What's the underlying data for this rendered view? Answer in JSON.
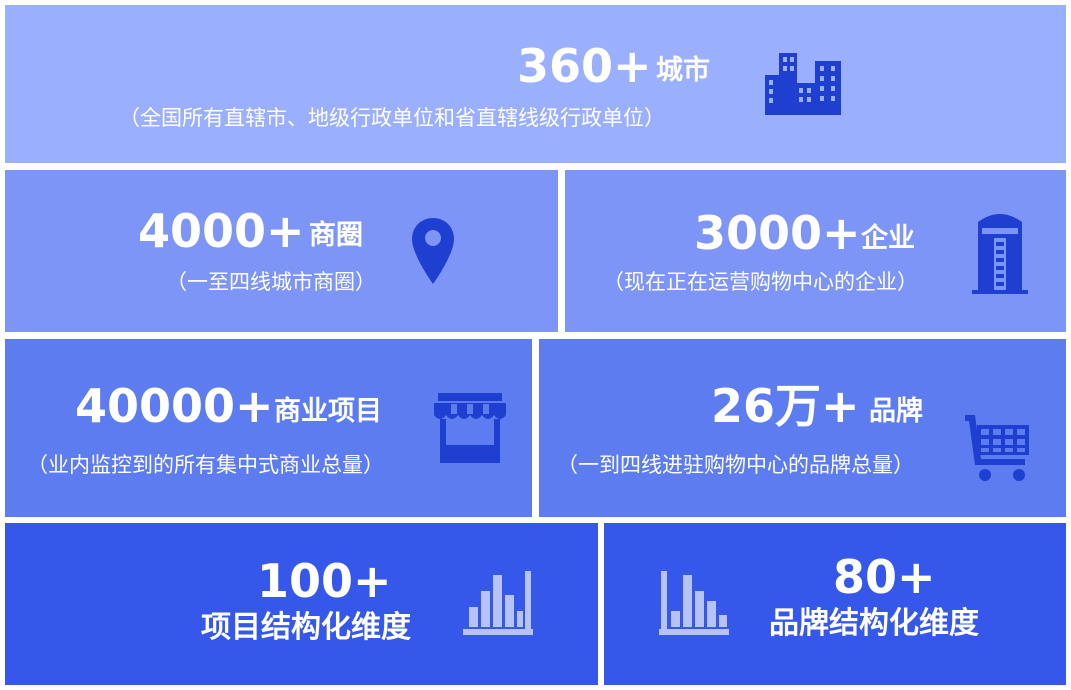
{
  "tiles": {
    "cities": {
      "number": "360+",
      "label": "城市",
      "note": "（全国所有直辖市、地级行政单位和省直辖线级行政单位）",
      "icon": "city-buildings-icon"
    },
    "districts": {
      "number": "4000+",
      "label": "商圈",
      "note": "（一至四线城市商圈）",
      "icon": "location-pin-icon"
    },
    "companies": {
      "number": "3000+",
      "label": "企业",
      "note": "（现在正在运营购物中心的企业）",
      "icon": "office-tower-icon"
    },
    "projects": {
      "number": "40000+",
      "label": "商业项目",
      "note": "（业内监控到的所有集中式商业总量）",
      "icon": "storefront-icon"
    },
    "brands": {
      "number": "26万+",
      "label": "品牌",
      "note": "（一到四线进驻购物中心的品牌总量）",
      "icon": "shopping-cart-icon"
    },
    "project_dims": {
      "number": "100+",
      "label": "项目结构化维度",
      "icon": "bar-chart-icon"
    },
    "brand_dims": {
      "number": "80+",
      "label": "品牌结构化维度",
      "icon": "bar-chart-icon"
    }
  },
  "colors": {
    "tile_row1": "#9bafff",
    "tile_row2": "#7d95f7",
    "tile_row3": "#5d7cf0",
    "tile_row4": "#3558ea",
    "icon_dark": "#1f3fd0",
    "icon_light": "#b7c3f7"
  }
}
